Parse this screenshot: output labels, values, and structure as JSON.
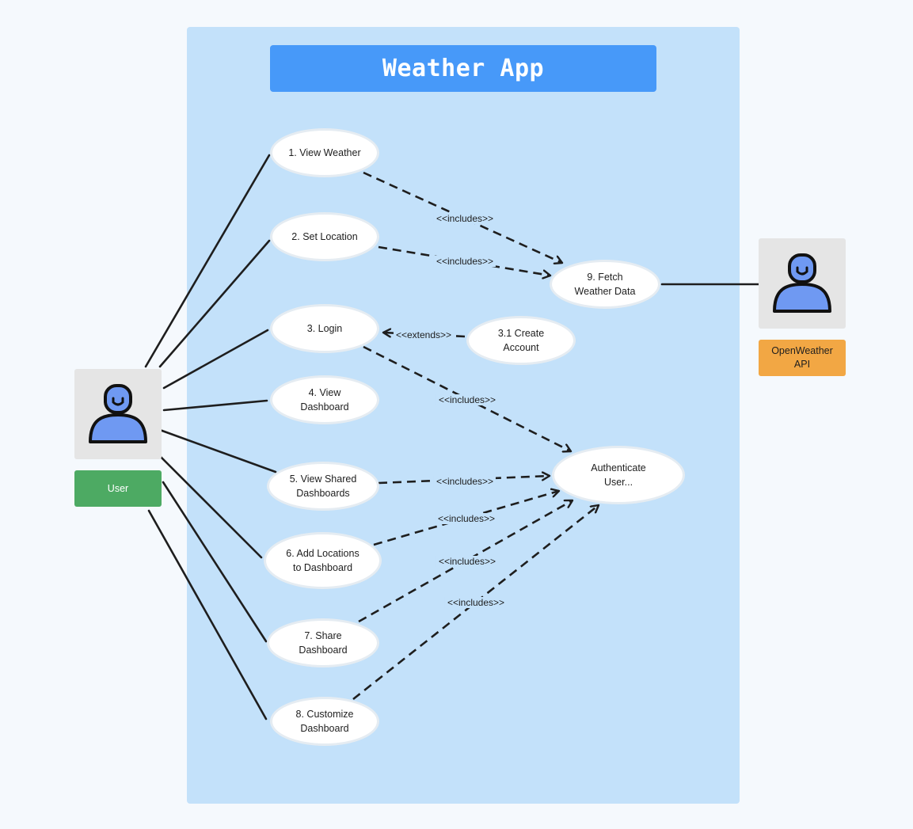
{
  "title": "Weather App",
  "actors": {
    "user": {
      "label": "User",
      "icon": "person-icon",
      "label_color": "#4daa63"
    },
    "api": {
      "label": "OpenWeather\nAPI",
      "icon": "person-icon",
      "label_color": "#f2a744"
    }
  },
  "use_cases": {
    "uc1": "1. View Weather",
    "uc2": "2. Set Location",
    "uc3": "3. Login",
    "uc4": "4. View\nDashboard",
    "uc5": "5. View Shared\nDashboards",
    "uc6": "6. Add Locations\nto Dashboard",
    "uc7": "7. Share\nDashboard",
    "uc8": "8. Customize\nDashboard",
    "uc9": "9. Fetch\nWeather Data",
    "uc31": "3.1 Create\nAccount",
    "auth": "Authenticate\nUser..."
  },
  "relations": {
    "r1": "<<includes>>",
    "r2": "<<includes>>",
    "r3": "<<extends>>",
    "r4": "<<includes>>",
    "r5": "<<includes>>",
    "r6": "<<includes>>",
    "r7": "<<includes>>",
    "r8": "<<includes>>"
  },
  "colors": {
    "boundary": "#c3e1fa",
    "title_bar": "#4799f9",
    "person_fill": "#6f99f2"
  }
}
